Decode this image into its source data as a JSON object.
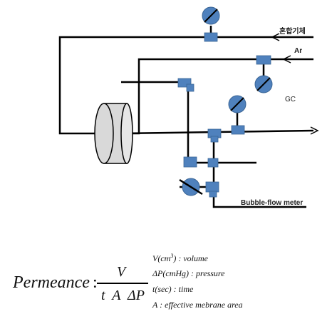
{
  "labels": {
    "mixed_gas": "혼합기체",
    "ar": "Ar",
    "gc": "GC",
    "bubble_flow_meter": "Bubble-flow meter"
  },
  "formula": {
    "term": "Permeance",
    "colon": ":",
    "numerator": "V",
    "denominator": "t  A  ΔP"
  },
  "definitions": [
    {
      "symbol": "V(cm",
      "sup": "3",
      "rest": ") : volume"
    },
    {
      "symbol": "ΔP(cmHg)",
      "sup": "",
      "rest": " : pressure"
    },
    {
      "symbol": "t(sec)",
      "sup": "",
      "rest": " : time"
    },
    {
      "symbol": "A",
      "sup": "",
      "rest": " : effective mebrane area"
    }
  ],
  "colors": {
    "pipe": "#000000",
    "fitting": "#4f81bd",
    "gauge": "#4f81bd",
    "module_fill": "#d9d9d9"
  }
}
